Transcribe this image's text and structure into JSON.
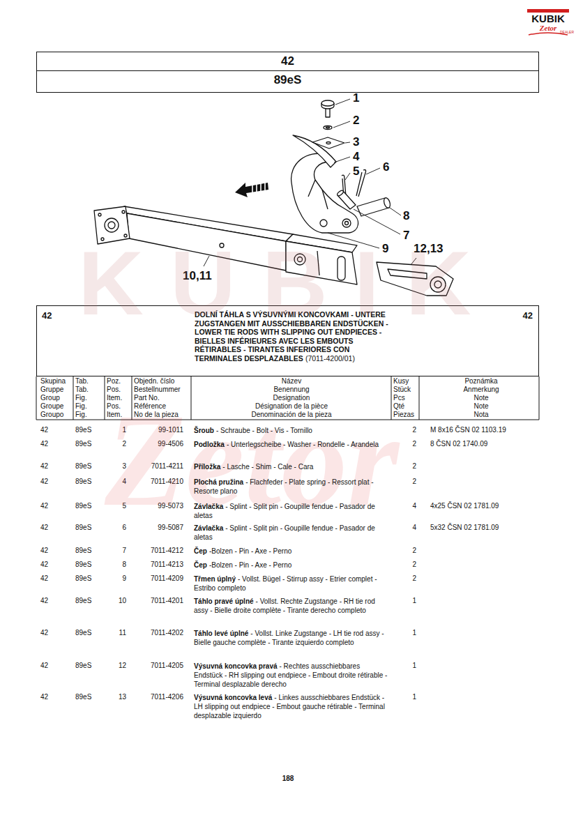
{
  "diagram": {
    "nodes": [
      {
        "text": [
          "42",
          "89eS"
        ]
      },
      {
        "text": [
          "42",
          "DOLNÍ TÁHLA S VÝSUVNÝMI KONCOVKAMI - UNTERE ZUGSTANGEN MIT AUSSCHIEBBAREN ENDSTÜCKEN - LOWER TIE RODS WITH SLIPPING OUT ENDPIECES - BIELLES INFÉRIEURES AVEC LES EMBOUTS RÉTIRABLES - TIRANTES INFERIORES CON TERMINALES DESPLAZABLES",
          "(7011-4200/01)",
          "42"
        ]
      }
    ],
    "labels": [
      "KUBIK",
      "Zetor",
      "DEALER",
      "1",
      "2",
      "3",
      "4",
      "5",
      "6",
      "8",
      "7",
      "9",
      "12,13",
      "10,11",
      "Skupina",
      "Gruppe",
      "Group",
      "Groupe",
      "Groupo",
      "Tab.",
      "Tab.",
      "Fig.",
      "Fig.",
      "Fig.",
      "Poz.",
      "Pos.",
      "Item.",
      "Pos.",
      "Item.",
      "Objedn. číslo",
      "Bestellnummer",
      "Part No.",
      "Référence",
      "No de la pieza",
      "Název",
      "Benennung",
      "Designation",
      "Désignation de la pièce",
      "Denominación de la pieza",
      "Kusy",
      "Stück",
      "Pcs",
      "Qté",
      "Piezas",
      "Poznámka",
      "Anmerkung",
      "Note",
      "Note",
      "Nota",
      "42",
      "89eS",
      "1",
      "99-1011",
      "Šroub",
      "- Schraube - Bolt - Vis - Tornillo",
      "2",
      "M 8x16 ČSN 02 1103.19",
      "42",
      "89eS",
      "2",
      "99-4506",
      "Podložka",
      "- Unterlegscheibe - Washer - Rondelle - Arandela",
      "2",
      "8 ČSN 02 1740.09",
      "42",
      "89eS",
      "3",
      "7011-4211",
      "Příložka",
      "- Lasche - Shim - Cale - Cara",
      "2",
      "42",
      "89eS",
      "4",
      "7011-4210",
      "Plochá pružina",
      "- Flachfeder - Plate spring - Ressort plat - Resorte plano",
      "2",
      "42",
      "89eS",
      "5",
      "99-5073",
      "Závlačka",
      "- Splint - Split pin - Goupille fendue - Pasador de aletas",
      "4",
      "4x25 ČSN 02 1781.09",
      "42",
      "89eS",
      "6",
      "99-5087",
      "Závlačka",
      "- Splint - Split pin - Goupille fendue - Pasador de aletas",
      "4",
      "5x32 ČSN 02 1781.09",
      "42",
      "89eS",
      "7",
      "7011-4212",
      "Čep",
      "-Bolzen - Pin - Axe - Perno",
      "2",
      "42",
      "89eS",
      "8",
      "7011-4213",
      "Čep",
      "-Bolzen - Pin - Axe - Perno",
      "2",
      "42",
      "89eS",
      "9",
      "7011-4209",
      "Třmen úplný",
      "- Vollst. Bügel - Stirrup assy - Etrier complet - Estribo completo",
      "2",
      "42",
      "89eS",
      "10",
      "7011-4201",
      "Táhlo pravé úplné",
      "- Vollst. Rechte Zugstange - RH tie rod assy - Bielle droite complète - Tirante derecho completo",
      "1",
      "42",
      "89eS",
      "11",
      "7011-4202",
      "Táhlo levé úplné",
      "- Vollst. Linke Zugstange - LH tie rod assy - Bielle gauche complète - Tirante izquierdo completo",
      "1",
      "42",
      "89eS",
      "12",
      "7011-4205",
      "Výsuvná koncovka pravá",
      "- Rechtes ausschiebbares Endstück - RH slipping out endpiece - Embout droite rétirable - Terminal desplazable derecho",
      "1",
      "42",
      "89eS",
      "13",
      "7011-4206",
      "Výsuvná koncovka levá",
      "- Linkes ausschiebbares Endstück - LH slipping out endpiece - Embout gauche rétirable - Terminal desplazable izquierdo",
      "1",
      "188",
      "KUBIK",
      "Zetor"
    ]
  }
}
